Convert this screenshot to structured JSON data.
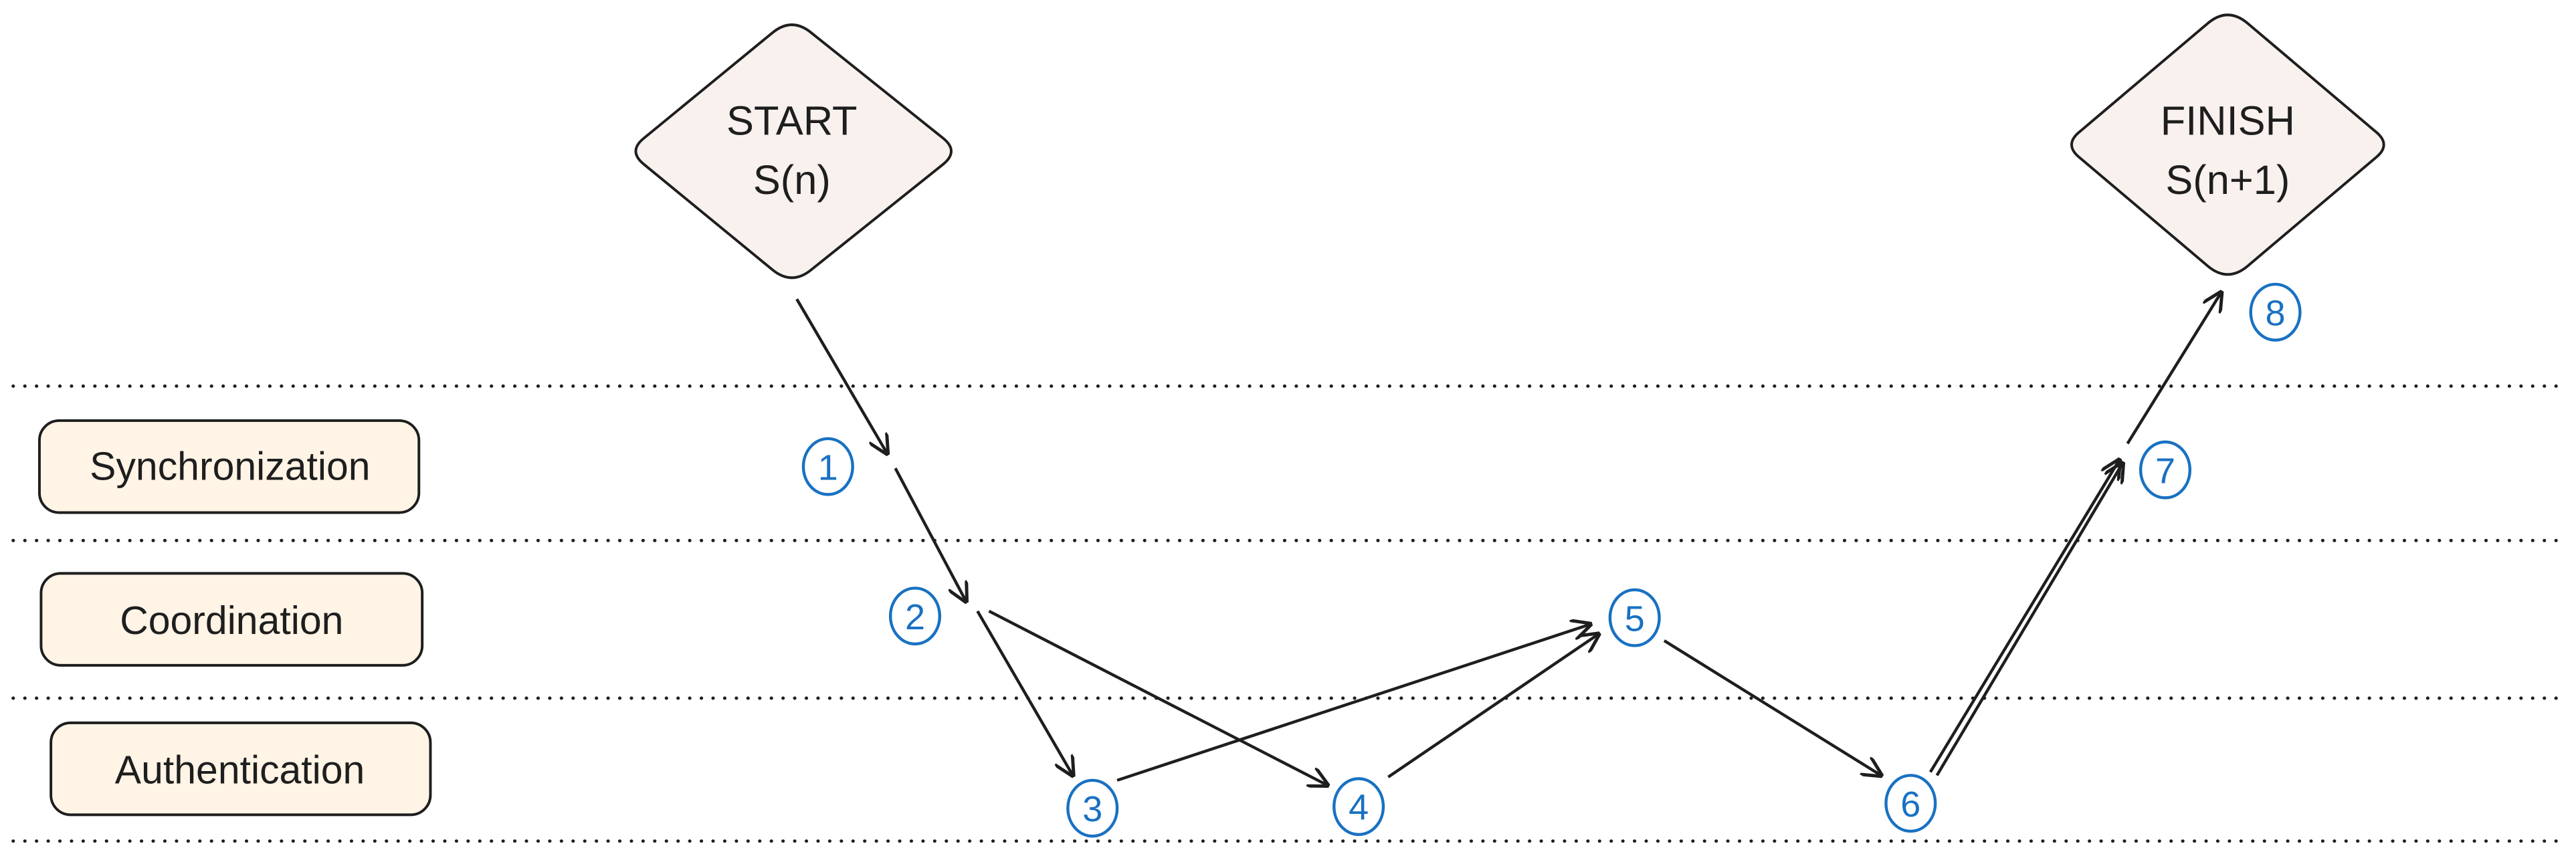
{
  "start_node": {
    "line1": "START",
    "line2": "S(n)"
  },
  "finish_node": {
    "line1": "FINISH",
    "line2": "S(n+1)"
  },
  "lanes": [
    {
      "label": "Synchronization"
    },
    {
      "label": "Coordination"
    },
    {
      "label": "Authentication"
    }
  ],
  "steps": [
    "1",
    "2",
    "3",
    "4",
    "5",
    "6",
    "7",
    "8"
  ],
  "colors": {
    "step_marker": "#1971c2",
    "node_fill": "#f8f1ee",
    "lane_fill": "#fff4e6",
    "stroke": "#1e1e1e"
  }
}
